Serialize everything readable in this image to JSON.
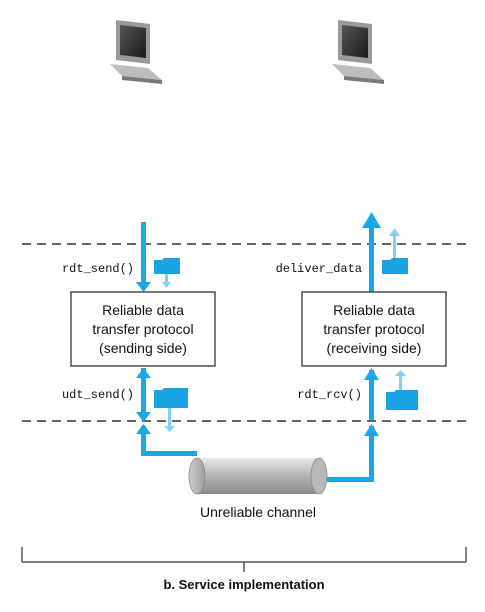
{
  "sender": {
    "api_call_top": "rdt_send()",
    "api_call_bottom": "udt_send()",
    "box_lines": [
      "Reliable data",
      "transfer protocol",
      "(sending side)"
    ]
  },
  "receiver": {
    "api_call_top": "deliver_data",
    "api_call_bottom": "rdt_rcv()",
    "box_lines": [
      "Reliable data",
      "transfer protocol",
      "(receiving side)"
    ]
  },
  "channel": {
    "label": "Unreliable channel"
  },
  "caption": "b. Service implementation",
  "colors": {
    "arrow": "#19a7e6",
    "packet": "#1aa3e2",
    "packet_light": "#7fd0f2",
    "dashed": "#333333"
  },
  "icons": [
    "computer-icon",
    "computer-icon",
    "packet-icon",
    "channel-pipe-icon"
  ]
}
